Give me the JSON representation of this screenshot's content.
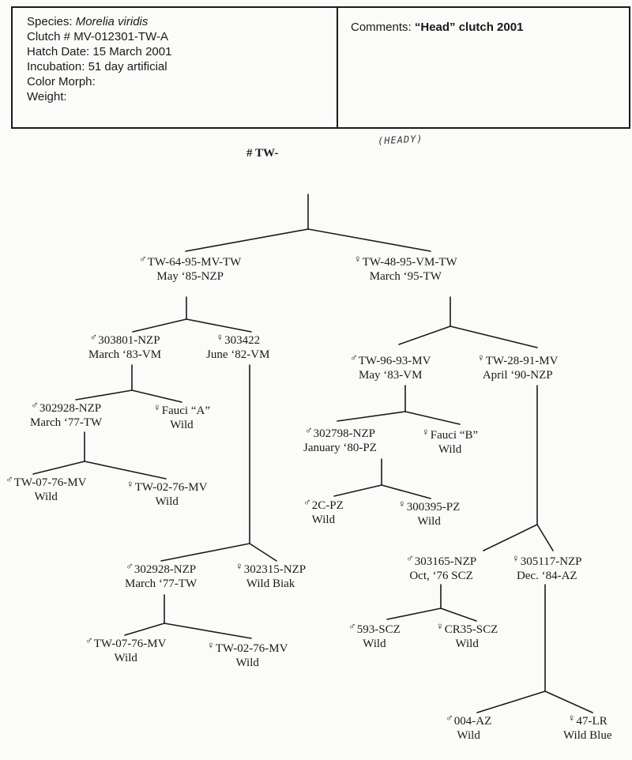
{
  "header": {
    "fields": [
      {
        "label": "Species: ",
        "value": "Morelia viridis",
        "italic": true
      },
      {
        "label": "Clutch # ",
        "value": "MV-012301-TW-A",
        "italic": false
      },
      {
        "label": "Hatch Date: ",
        "value": "15 March 2001",
        "italic": false
      },
      {
        "label": "Incubation: ",
        "value": "51 day artificial",
        "italic": false
      },
      {
        "label": "Color Morph:",
        "value": "",
        "italic": false
      },
      {
        "label": "Weight:",
        "value": "",
        "italic": false
      }
    ],
    "comments_label": "Comments: ",
    "comments_value": "“Head” clutch 2001"
  },
  "tree_label": "# TW-",
  "handwritten_note": "(HEADY)",
  "symbols": {
    "male": "♂",
    "female": "♀"
  },
  "nodes": [
    {
      "id": "sire",
      "sex": "male",
      "line1": "TW-64-95-MV-TW",
      "line2": "May ‘85-NZP"
    },
    {
      "id": "dam",
      "sex": "female",
      "line1": "TW-48-95-VM-TW",
      "line2": "March ‘95-TW"
    },
    {
      "id": "ss",
      "sex": "male",
      "line1": "303801-NZP",
      "line2": "March ‘83-VM"
    },
    {
      "id": "sd",
      "sex": "female",
      "line1": "303422",
      "line2": "June ‘82-VM"
    },
    {
      "id": "ds",
      "sex": "male",
      "line1": "TW-96-93-MV",
      "line2": "May ‘83-VM"
    },
    {
      "id": "dd",
      "sex": "female",
      "line1": "TW-28-91-MV",
      "line2": "April ‘90-NZP"
    },
    {
      "id": "sss",
      "sex": "male",
      "line1": "302928-NZP",
      "line2": "March ‘77-TW"
    },
    {
      "id": "ssd",
      "sex": "female",
      "line1": "Fauci “A”",
      "line2": "Wild"
    },
    {
      "id": "ssss",
      "sex": "male",
      "line1": "TW-07-76-MV",
      "line2": "Wild"
    },
    {
      "id": "sssd",
      "sex": "female",
      "line1": "TW-02-76-MV",
      "line2": "Wild"
    },
    {
      "id": "dss",
      "sex": "male",
      "line1": "302798-NZP",
      "line2": "January ‘80-PZ"
    },
    {
      "id": "dsd",
      "sex": "female",
      "line1": "Fauci “B”",
      "line2": "Wild"
    },
    {
      "id": "dsss",
      "sex": "male",
      "line1": "2C-PZ",
      "line2": "Wild"
    },
    {
      "id": "dssd",
      "sex": "female",
      "line1": "300395-PZ",
      "line2": "Wild"
    },
    {
      "id": "sds",
      "sex": "male",
      "line1": "302928-NZP",
      "line2": "March ‘77-TW"
    },
    {
      "id": "sdd",
      "sex": "female",
      "line1": "302315-NZP",
      "line2": "Wild Biak"
    },
    {
      "id": "sdss",
      "sex": "male",
      "line1": "TW-07-76-MV",
      "line2": "Wild"
    },
    {
      "id": "sdsd",
      "sex": "female",
      "line1": "TW-02-76-MV",
      "line2": "Wild"
    },
    {
      "id": "dds",
      "sex": "male",
      "line1": "303165-NZP",
      "line2": "Oct, ‘76 SCZ"
    },
    {
      "id": "ddd",
      "sex": "female",
      "line1": "305117-NZP",
      "line2": "Dec. ‘84-AZ"
    },
    {
      "id": "ddss",
      "sex": "male",
      "line1": "593-SCZ",
      "line2": "Wild"
    },
    {
      "id": "ddsd",
      "sex": "female",
      "line1": "CR35-SCZ",
      "line2": "Wild"
    },
    {
      "id": "ddds",
      "sex": "male",
      "line1": "004-AZ",
      "line2": "Wild"
    },
    {
      "id": "dddd",
      "sex": "female",
      "line1": "47-LR",
      "line2": "Wild Blue"
    }
  ]
}
